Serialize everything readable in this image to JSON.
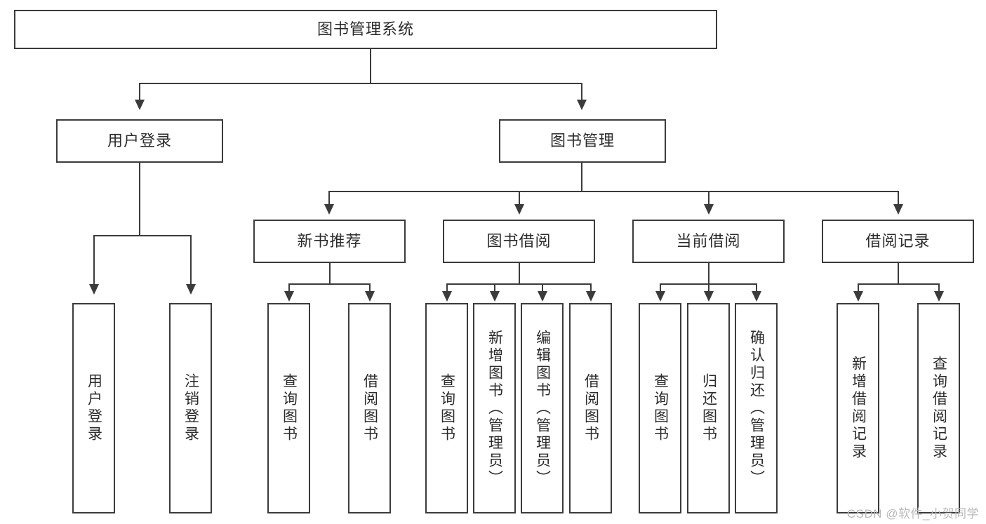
{
  "diagram": {
    "title": "图书管理系统",
    "root": {
      "label": "图书管理系统"
    },
    "level2": [
      {
        "label": "用户登录"
      },
      {
        "label": "图书管理"
      }
    ],
    "level3": [
      {
        "label": "新书推荐"
      },
      {
        "label": "图书借阅"
      },
      {
        "label": "当前借阅"
      },
      {
        "label": "借阅记录"
      }
    ],
    "leaves": {
      "user_login": [
        {
          "label": "用户登录"
        },
        {
          "label": "注销登录"
        }
      ],
      "new_book": [
        {
          "label": "查询图书"
        },
        {
          "label": "借阅图书"
        }
      ],
      "book_borrow": [
        {
          "label": "查询图书"
        },
        {
          "label": "新增图书（管理员）"
        },
        {
          "label": "编辑图书（管理员）"
        },
        {
          "label": "借阅图书"
        }
      ],
      "current_borrow": [
        {
          "label": "查询图书"
        },
        {
          "label": "归还图书"
        },
        {
          "label": "确认归还（管理员）"
        }
      ],
      "borrow_record": [
        {
          "label": "新增借阅记录"
        },
        {
          "label": "查询借阅记录"
        }
      ]
    }
  },
  "watermark": {
    "text": "CSDN @软件_小贺同学"
  },
  "colors": {
    "stroke": "#3b3b3b",
    "background": "#ffffff",
    "text": "#2b2b2b",
    "watermark": "#b9b9b9"
  }
}
